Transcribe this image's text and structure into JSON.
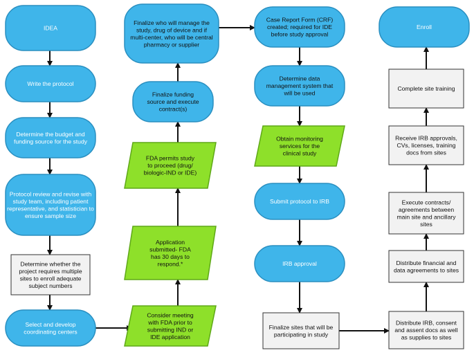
{
  "colors": {
    "terminal_fill": "#3fb5ea",
    "terminal_stroke": "#2a8fc0",
    "parallelogram_fill": "#8ee02a",
    "parallelogram_stroke": "#5ea817",
    "box_fill": "#f2f2f2",
    "box_stroke": "#333333",
    "arrow": "#111111"
  },
  "nodes": {
    "idea": {
      "shape": "terminal",
      "lines": [
        "IDEA"
      ]
    },
    "write_protocol": {
      "shape": "terminal",
      "lines": [
        "Write the protocol"
      ]
    },
    "determine_budget": {
      "shape": "terminal",
      "lines": [
        "Determine the budget and",
        "funding source for the study"
      ]
    },
    "protocol_review": {
      "shape": "terminal",
      "lines": [
        "Protocol review and revise with",
        "study team, including patient",
        "representative, and statistician to",
        "ensure sample size"
      ]
    },
    "multiple_sites": {
      "shape": "box",
      "lines": [
        "Determine whether the",
        "project requires multiple",
        "sites to enroll adequate",
        "subject numbers"
      ]
    },
    "coordinating_centers": {
      "shape": "terminal",
      "lines": [
        "Select and develop",
        "coordinating centers"
      ]
    },
    "consider_meeting": {
      "shape": "parallelogram",
      "lines": [
        "Consider meeting",
        "with FDA prior to",
        "submitting IND or",
        "IDE application"
      ]
    },
    "application_submitted": {
      "shape": "parallelogram",
      "lines": [
        "Application",
        "submitted- FDA",
        "has 30 days to",
        "respond.*"
      ]
    },
    "fda_permits": {
      "shape": "parallelogram",
      "lines": [
        "FDA permits study",
        "to proceed (drug/",
        "biologic-IND or IDE)"
      ]
    },
    "finalize_funding": {
      "shape": "terminal",
      "lines": [
        "Finalize funding",
        "source and execute",
        "contract(s)"
      ]
    },
    "finalize_who": {
      "shape": "terminal",
      "lines": [
        "Finalize who will manage the",
        "study, drug of device and if",
        "multi-center, who will be central",
        "pharmacy or supplier"
      ]
    },
    "crf": {
      "shape": "terminal",
      "lines": [
        "Case Report Form (CRF)",
        "created; required for IDE",
        "before study approval"
      ]
    },
    "data_management": {
      "shape": "terminal",
      "lines": [
        "Determine data",
        "management system that",
        "will be used"
      ]
    },
    "monitoring": {
      "shape": "parallelogram",
      "lines": [
        "Obtain monitoring",
        "services for the",
        "clinical study"
      ]
    },
    "submit_irb": {
      "shape": "terminal",
      "lines": [
        "Submit protocol to IRB"
      ]
    },
    "irb_approval": {
      "shape": "terminal",
      "lines": [
        "IRB approval"
      ]
    },
    "finalize_sites": {
      "shape": "box",
      "lines": [
        "Finalize sites that will be",
        "participating in study"
      ]
    },
    "distribute_irb": {
      "shape": "box",
      "lines": [
        "Distribute IRB,  consent",
        "and assent docs as well",
        "as supplies to sites"
      ]
    },
    "distribute_financial": {
      "shape": "box",
      "lines": [
        "Distribute financial and",
        "data agreements to sites"
      ]
    },
    "execute_contracts": {
      "shape": "box",
      "lines": [
        "Execute contracts/",
        "agreements between",
        "main site and ancillary",
        "sites"
      ]
    },
    "receive_irb": {
      "shape": "box",
      "lines": [
        "Receive IRB approvals,",
        "CVs, licenses, training",
        "docs from sites"
      ]
    },
    "site_training": {
      "shape": "box",
      "lines": [
        "Complete site training"
      ]
    },
    "enroll": {
      "shape": "terminal",
      "lines": [
        "Enroll"
      ]
    }
  }
}
